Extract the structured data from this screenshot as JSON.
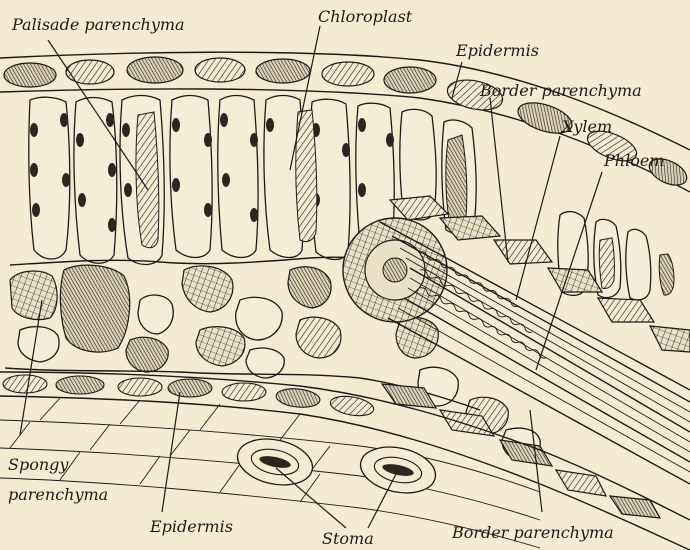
{
  "labels": {
    "palisade_parenchyma": "Palisade parenchyma",
    "chloroplast": "Chloroplast",
    "epidermis_upper": "Epidermis",
    "border_parenchyma_upper": "Border parenchyma",
    "xylem": "Xylem",
    "phloem": "Phloem",
    "spongy_line1": "Spongy",
    "spongy_line2": "parenchyma",
    "epidermis_lower": "Epidermis",
    "stoma": "Stoma",
    "border_parenchyma_lower": "Border parenchyma"
  },
  "colors": {
    "background": "#f3ecd2",
    "ink": "#1c1a16"
  }
}
